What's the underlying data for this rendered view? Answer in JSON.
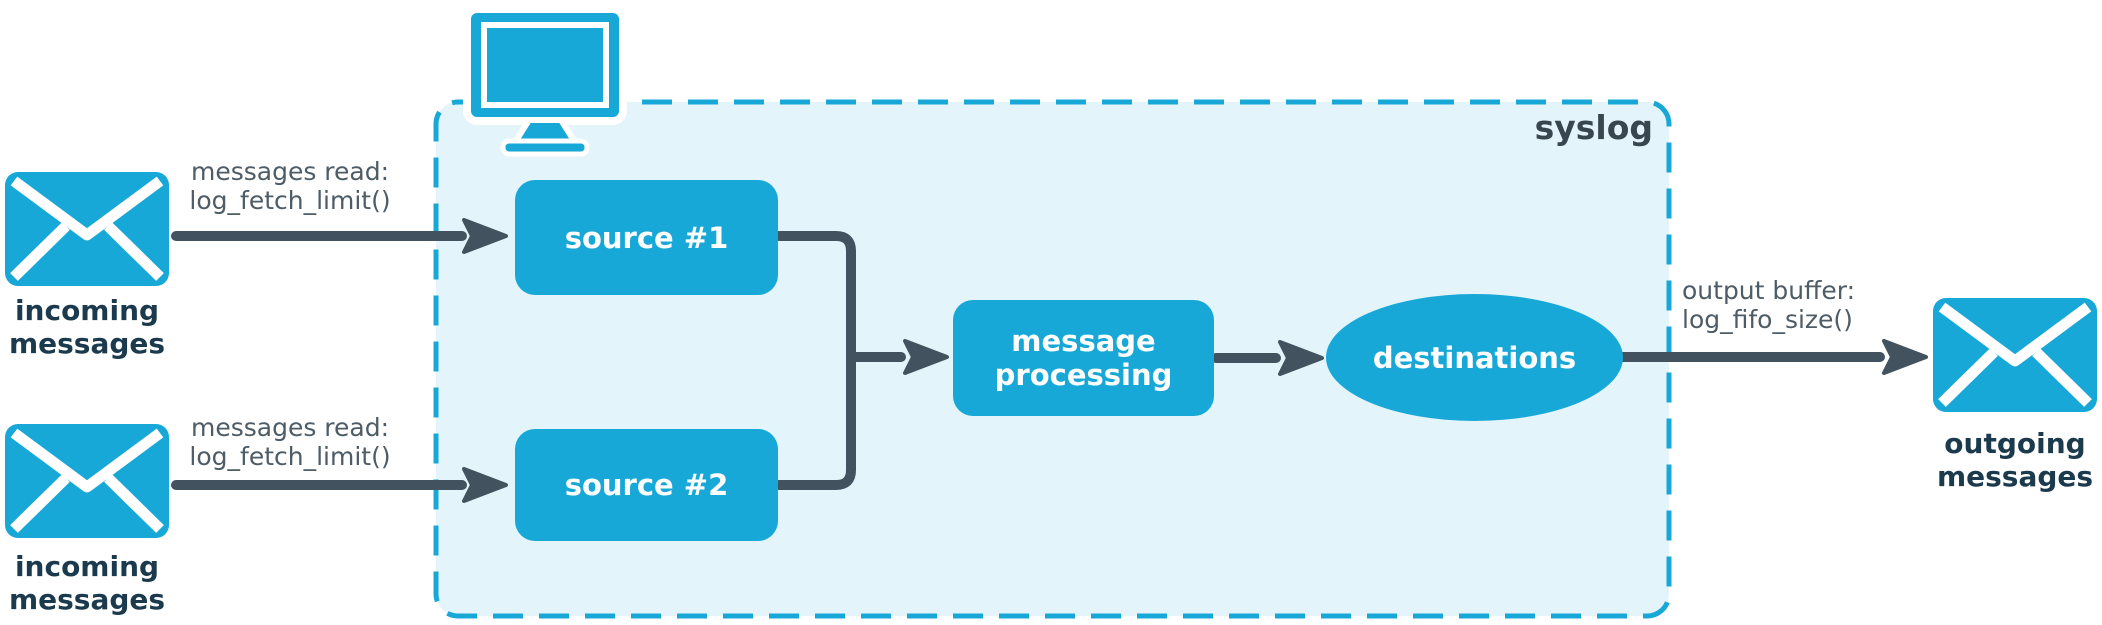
{
  "colors": {
    "accent": "#18A8D8",
    "container_fill": "#E4F4FB",
    "container_border": "#18A8D8",
    "line": "#42525F",
    "text_dark": "#1B3A4D",
    "text_soft": "#4D5C66",
    "node_text": "#FFFFFF",
    "syslog_label": "#37464F",
    "background": "#FFFFFF"
  },
  "diagram": {
    "container": {
      "label": "syslog"
    },
    "nodes": {
      "incoming_top": {
        "label": "incoming\nmessages",
        "icon": "envelope-icon"
      },
      "incoming_bottom": {
        "label": "incoming\nmessages",
        "icon": "envelope-icon"
      },
      "host": {
        "icon": "monitor-icon"
      },
      "source1": {
        "label": "source #1",
        "shape": "rounded-rect"
      },
      "source2": {
        "label": "source #2",
        "shape": "rounded-rect"
      },
      "processing": {
        "label": "message\nprocessing",
        "shape": "rounded-rect"
      },
      "destinations": {
        "label": "destinations",
        "shape": "ellipse"
      },
      "outgoing": {
        "label": "outgoing\nmessages",
        "icon": "envelope-icon"
      }
    },
    "edges": {
      "read_top": {
        "label": "messages read:\nlog_fetch_limit()",
        "from": "incoming_top",
        "to": "source1"
      },
      "read_bottom": {
        "label": "messages read:\nlog_fetch_limit()",
        "from": "incoming_bottom",
        "to": "source2"
      },
      "merge": {
        "from": "source1, source2",
        "to": "processing"
      },
      "to_destinations": {
        "from": "processing",
        "to": "destinations"
      },
      "output": {
        "label": "output buffer:\nlog_fifo_size()",
        "from": "destinations",
        "to": "outgoing"
      }
    }
  }
}
